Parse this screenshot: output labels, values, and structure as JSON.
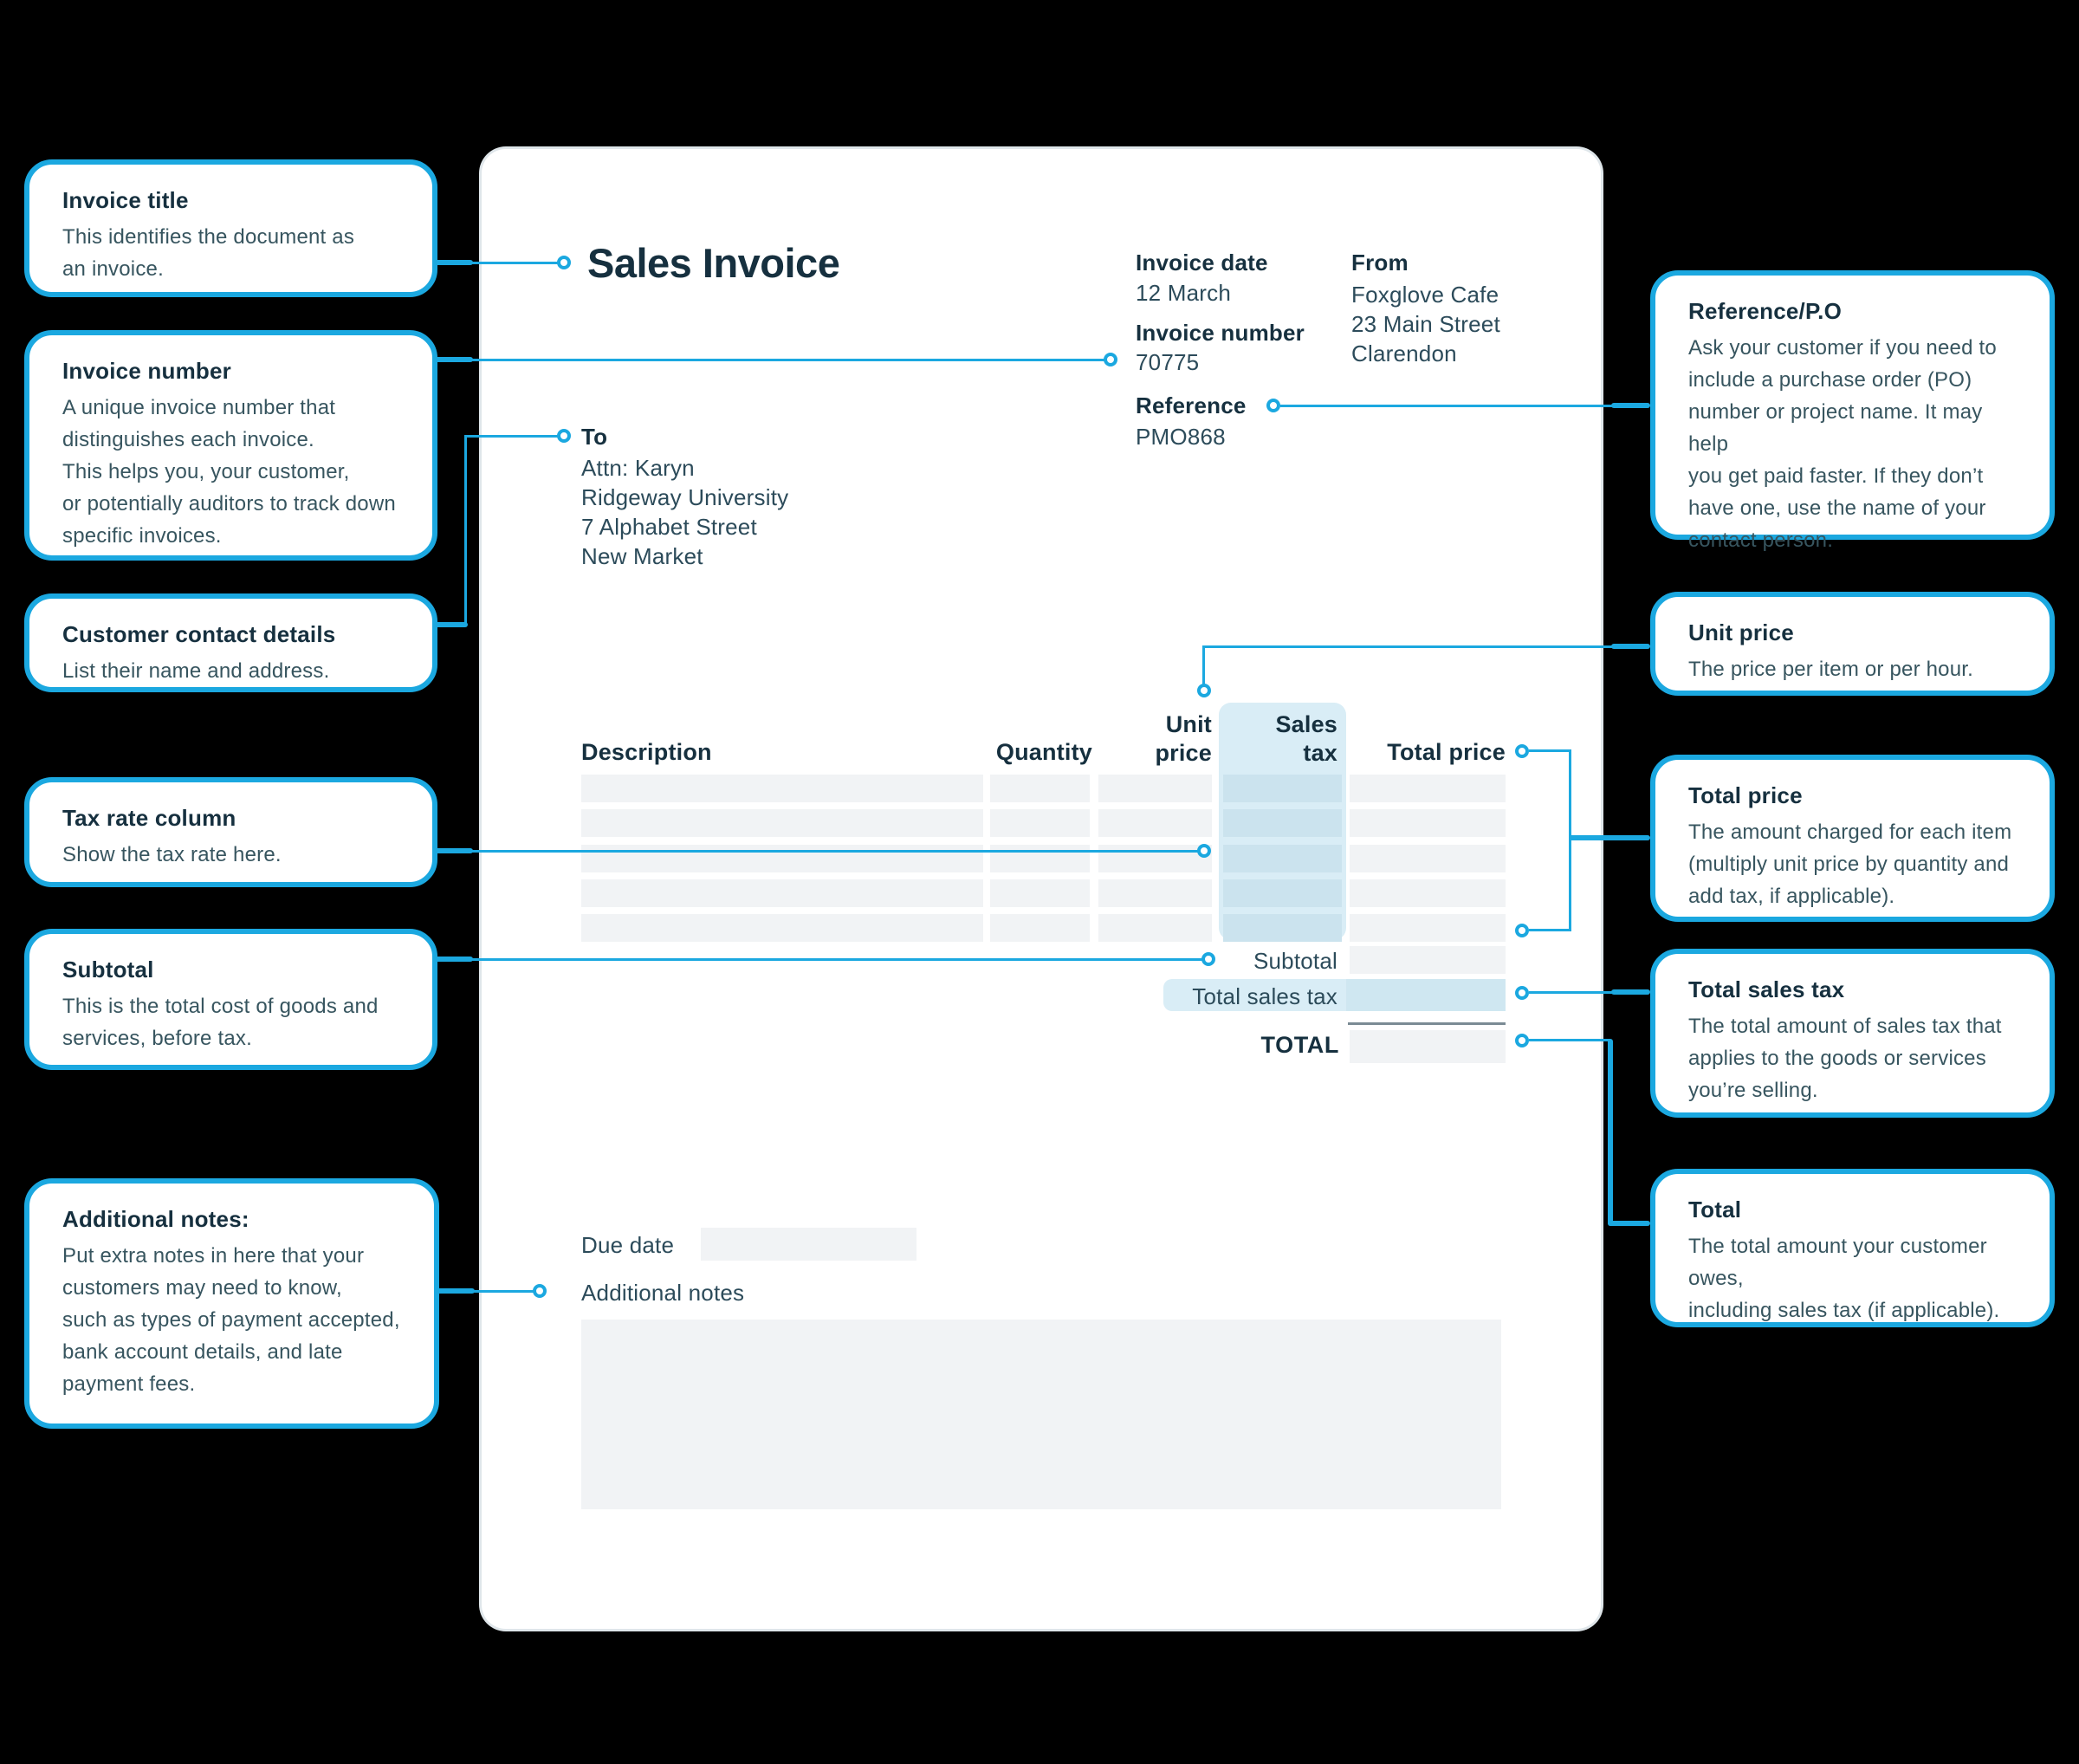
{
  "colors": {
    "accent": "#1BA8E0",
    "column_highlight": "#D9EDF6",
    "cell_highlight": "#CBE3EE",
    "placeholder": "#F1F3F5",
    "text": "#1F3A49"
  },
  "invoice": {
    "title": "Sales Invoice",
    "meta": {
      "invoice_date_label": "Invoice date",
      "invoice_date_value": "12 March",
      "invoice_number_label": "Invoice number",
      "invoice_number_value": "70775",
      "reference_label": "Reference",
      "reference_value": "PMO868",
      "from_label": "From",
      "from_address": "Foxglove Cafe\n23 Main Street\nClarendon",
      "to_label": "To",
      "to_address": "Attn: Karyn\nRidgeway University\n7 Alphabet Street\nNew Market"
    },
    "table": {
      "headers": [
        "Description",
        "Quantity",
        "Unit price",
        "Sales tax",
        "Total price"
      ],
      "row_count": 5
    },
    "totals": {
      "subtotal_label": "Subtotal",
      "total_sales_tax_label": "Total sales tax",
      "total_label": "TOTAL"
    },
    "footer": {
      "due_date_label": "Due date",
      "additional_notes_label": "Additional notes"
    }
  },
  "callouts": {
    "left": [
      {
        "title": "Invoice title",
        "body": "This identifies the document as\nan invoice."
      },
      {
        "title": "Invoice number",
        "body": "A unique invoice number that\ndistinguishes each invoice.\nThis helps you, your customer,\nor potentially auditors to track down\nspecific invoices."
      },
      {
        "title": "Customer contact details",
        "body": "List their name and address."
      },
      {
        "title": "Tax rate column",
        "body": "Show the tax rate here."
      },
      {
        "title": "Subtotal",
        "body": "This is the total cost of goods and\nservices, before tax."
      },
      {
        "title": "Additional notes:",
        "body": "Put extra notes in here that your\ncustomers may need to know,\nsuch as types of payment accepted,\nbank account details, and late\npayment fees."
      }
    ],
    "right": [
      {
        "title": "Reference/P.O",
        "body": "Ask your customer if you need to\ninclude a purchase order (PO)\nnumber or project name. It may help\nyou get paid faster. If they don’t\nhave one, use the name of your\ncontact person."
      },
      {
        "title": "Unit price",
        "body": "The price per item or per hour."
      },
      {
        "title": "Total price",
        "body": "The amount charged for each item\n(multiply unit price by quantity and\nadd tax, if applicable)."
      },
      {
        "title": "Total sales tax",
        "body": "The total amount of sales tax that\napplies to the goods or services\nyou’re selling."
      },
      {
        "title": "Total",
        "body": "The total amount your customer owes,\nincluding sales tax (if applicable)."
      }
    ]
  }
}
